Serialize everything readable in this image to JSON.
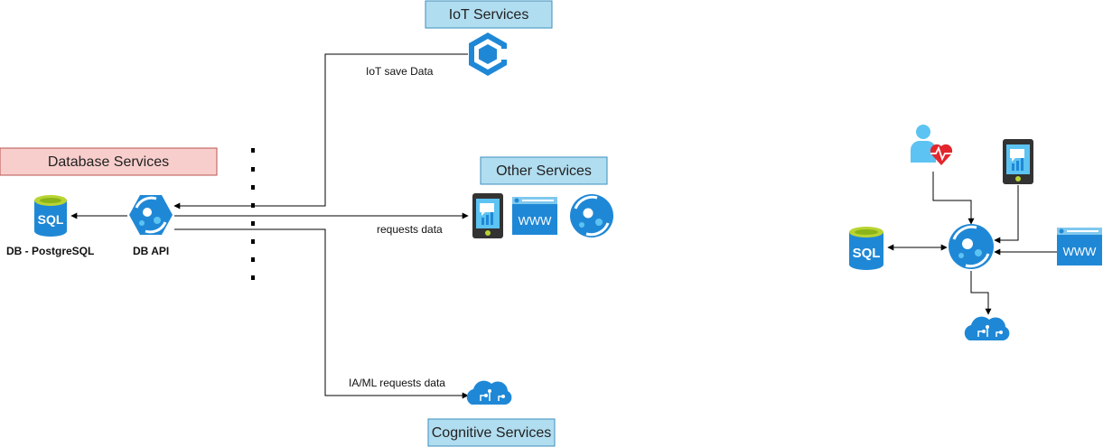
{
  "colors": {
    "azure_blue": "#1f88d6",
    "azure_dark": "#0c5e9b",
    "azure_light": "#5cc3f2",
    "blue_box_fill": "#b1ddf0",
    "blue_box_stroke": "#3d8fbd",
    "red_box_fill": "#f8cecc",
    "red_box_stroke": "#b85450",
    "sql_green": "#b8d432",
    "heart_red": "#e3262c",
    "line": "#000000"
  },
  "boxes": {
    "iot": "IoT Services",
    "database": "Database Services",
    "other": "Other Services",
    "cognitive": "Cognitive Services"
  },
  "labels": {
    "iot_save": "IoT save Data",
    "requests_data": "requests data",
    "iaml_requests": "IA/ML requests data",
    "db_name": "DB - PostgreSQL",
    "db_api": "DB API"
  },
  "icons": {
    "iot_hub": "iot-hub-icon",
    "sql_db": "sql-database-icon",
    "api_app": "api-app-icon",
    "mobile": "mobile-app-icon",
    "web": "web-app-icon",
    "cognitive": "cognitive-services-icon",
    "health_user": "health-user-icon"
  },
  "icon_text": {
    "sql": "SQL",
    "www": "WWW"
  }
}
